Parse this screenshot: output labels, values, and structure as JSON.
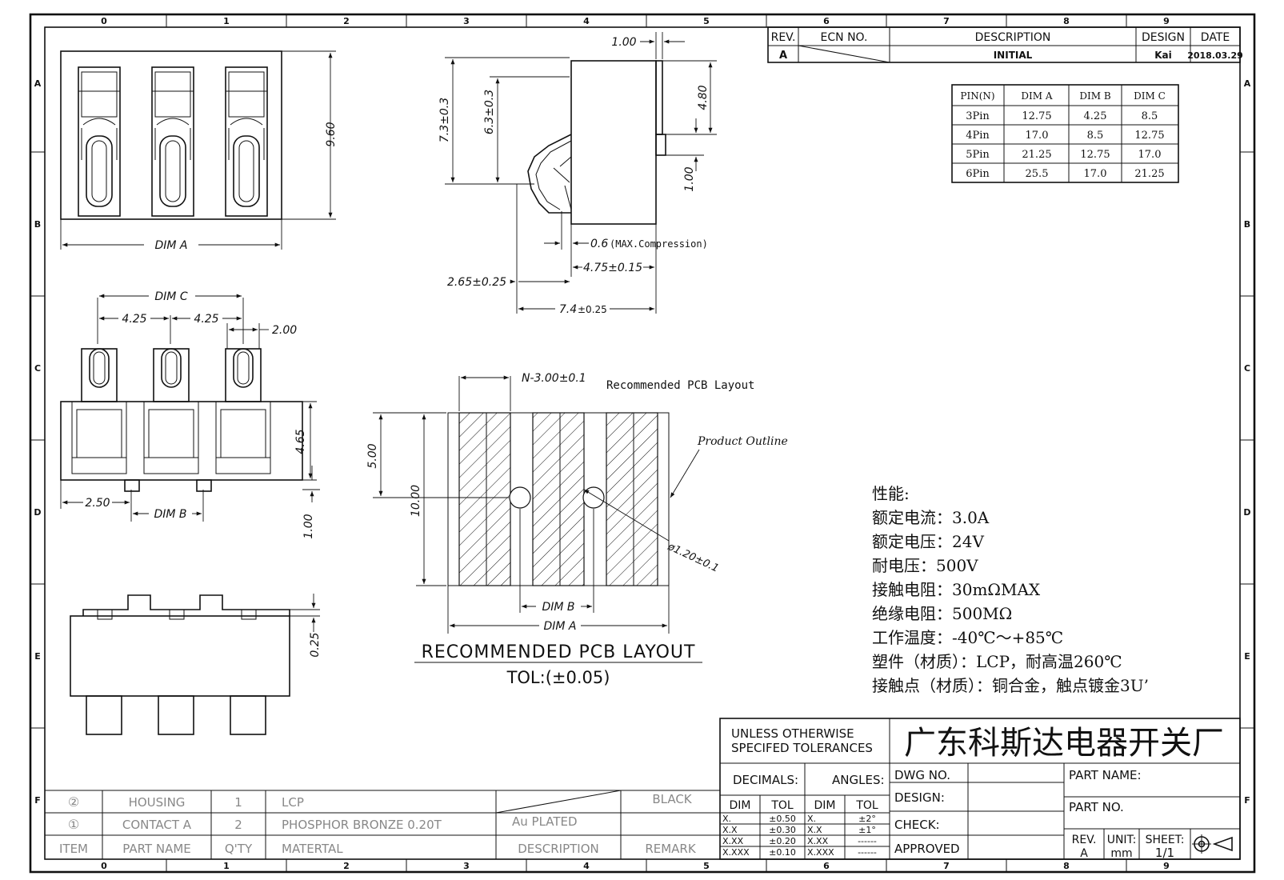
{
  "zones": {
    "cols": [
      "0",
      "1",
      "2",
      "3",
      "4",
      "5",
      "6",
      "7",
      "8",
      "9"
    ],
    "rows": [
      "A",
      "B",
      "C",
      "D",
      "E",
      "F"
    ]
  },
  "revision": {
    "headers": {
      "rev": "REV.",
      "ecn": "ECN NO.",
      "desc": "DESCRIPTION",
      "design": "DESIGN",
      "date": "DATE"
    },
    "row": {
      "rev": "A",
      "desc": "INITIAL",
      "design": "Kai",
      "date": "2018.03.29"
    }
  },
  "pin_table": {
    "headers": [
      "PIN(N)",
      "DIM A",
      "DIM B",
      "DIM C"
    ],
    "rows": [
      [
        "3Pin",
        "12.75",
        "4.25",
        "8.5"
      ],
      [
        "4Pin",
        "17.0",
        "8.5",
        "12.75"
      ],
      [
        "5Pin",
        "21.25",
        "12.75",
        "17.0"
      ],
      [
        "6Pin",
        "25.5",
        "17.0",
        "21.25"
      ]
    ]
  },
  "dims": {
    "top_height": "9.60",
    "dim_a": "DIM A",
    "dim_b": "DIM B",
    "dim_c": "DIM C",
    "pitch1": "4.25",
    "pitch2": "4.25",
    "pin_w": "2.00",
    "front_h": "4.65",
    "offset": "2.50",
    "front_low": "1.00",
    "bottom_gap": "0.25",
    "side_top": "1.00",
    "side_h1": "7.3±0.3",
    "side_h2": "6.3±0.3",
    "side_h3": "4.80",
    "side_h4": "1.00",
    "side_comp": "0.6",
    "side_comp_note": "(MAX.Compression)",
    "side_d1": "4.75±0.15",
    "side_d2": "2.65±0.25",
    "side_d3": "7.4",
    "side_d3_tol": "±0.25",
    "pcb_n": "N-3.00±0.1",
    "pcb_h1": "5.00",
    "pcb_h2": "10.00",
    "pcb_hole": "ø1.20±0.1",
    "pcb_title_small": "Recommended PCB Layout",
    "product_outline": "Product Outline",
    "pcb_title": "RECOMMENDED PCB LAYOUT",
    "pcb_tol": "TOL:(±0.05)"
  },
  "specs": [
    "性能:",
    "额定电流：3.0A",
    "额定电压：24V",
    "耐电压：500V",
    "接触电阻：30mΩMAX",
    "绝缘电阻：500MΩ",
    "工作温度：-40℃～+85℃",
    "塑件（材质）：LCP，耐高温260℃",
    "接触点（材质）：铜合金，触点镀金3U’"
  ],
  "bom": {
    "rows": [
      {
        "item": "②",
        "name": "HOUSING",
        "qty": "1",
        "material": "LCP",
        "desc": "",
        "remark": "BLACK"
      },
      {
        "item": "①",
        "name": "CONTACT A",
        "qty": "2",
        "material": "PHOSPHOR BRONZE 0.20T",
        "desc": "Au PLATED",
        "remark": ""
      }
    ],
    "header": {
      "item": "ITEM",
      "name": "PART NAME",
      "qty": "Q'TY",
      "material": "MATERTAL",
      "desc": "DESCRIPTION",
      "remark": "REMARK"
    }
  },
  "title_block": {
    "tolerance_note_1": "UNLESS OTHERWISE",
    "tolerance_note_2": "SPECIFED TOLERANCES",
    "company": "广东科斯达电器开关厂",
    "decimals": "DECIMALS:",
    "angles": "ANGLES:",
    "dim": "DIM",
    "tol": "TOL",
    "dec_rows": [
      [
        "X.",
        "±0.50"
      ],
      [
        "X.X",
        "±0.30"
      ],
      [
        "X.XX",
        "±0.20"
      ],
      [
        "X.XXX",
        "±0.10"
      ]
    ],
    "ang_rows": [
      [
        "X.",
        "±2°"
      ],
      [
        "X.X",
        "±1°"
      ],
      [
        "X.XX",
        "------"
      ],
      [
        "X.XXX",
        "------"
      ]
    ],
    "dwg_no": "DWG NO.",
    "design": "DESIGN:",
    "check": "CHECK:",
    "approved": "APPROVED",
    "part_name": "PART NAME:",
    "part_no": "PART NO.",
    "rev": "REV.",
    "rev_val": "A",
    "unit": "UNIT:",
    "unit_val": "mm",
    "sheet": "SHEET:",
    "sheet_val": "1/1"
  }
}
